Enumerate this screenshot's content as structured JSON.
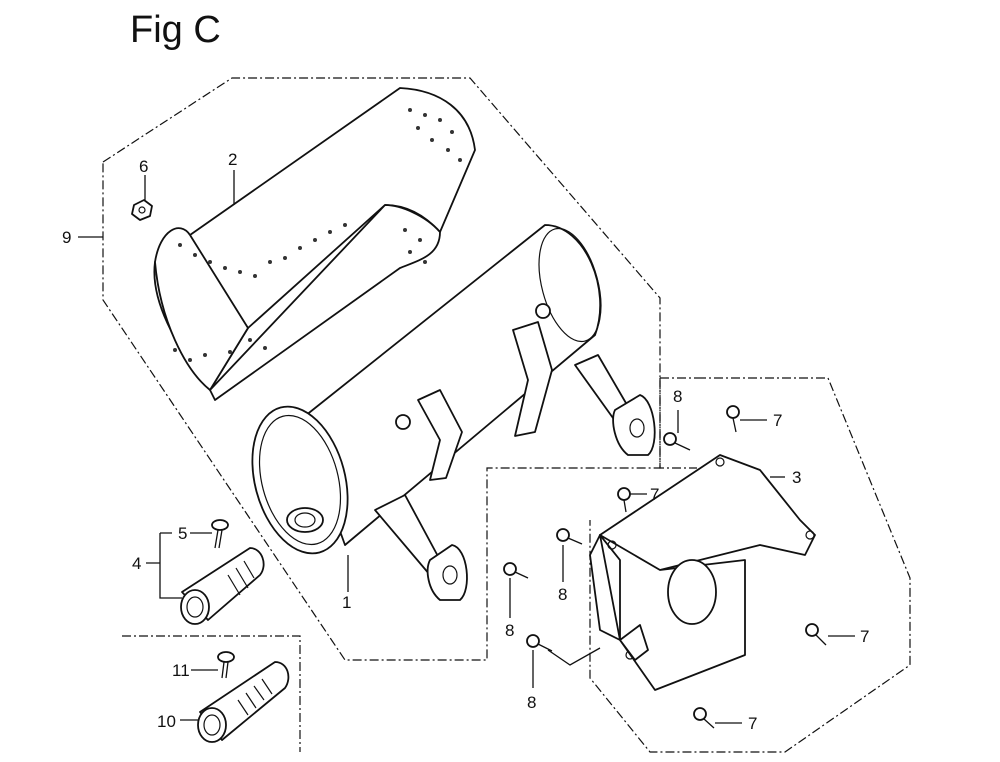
{
  "figure": {
    "title": "Fig C"
  },
  "callouts": {
    "c1": "1",
    "c2": "2",
    "c3": "3",
    "c4": "4",
    "c5": "5",
    "c6": "6",
    "c7a": "7",
    "c7b": "7",
    "c7c": "7",
    "c7d": "7",
    "c8a": "8",
    "c8b": "8",
    "c8c": "8",
    "c8d": "8",
    "c9": "9",
    "c10": "10",
    "c11": "11"
  },
  "parts": {
    "1": "muffler",
    "2": "muffler-protector",
    "3": "muffler-stay",
    "4": "spark-arrester-assembly",
    "5": "screw",
    "6": "nut",
    "7": "bolt",
    "8": "flange-bolt",
    "9": "muffler-assembly",
    "10": "spark-arrester",
    "11": "screw"
  }
}
